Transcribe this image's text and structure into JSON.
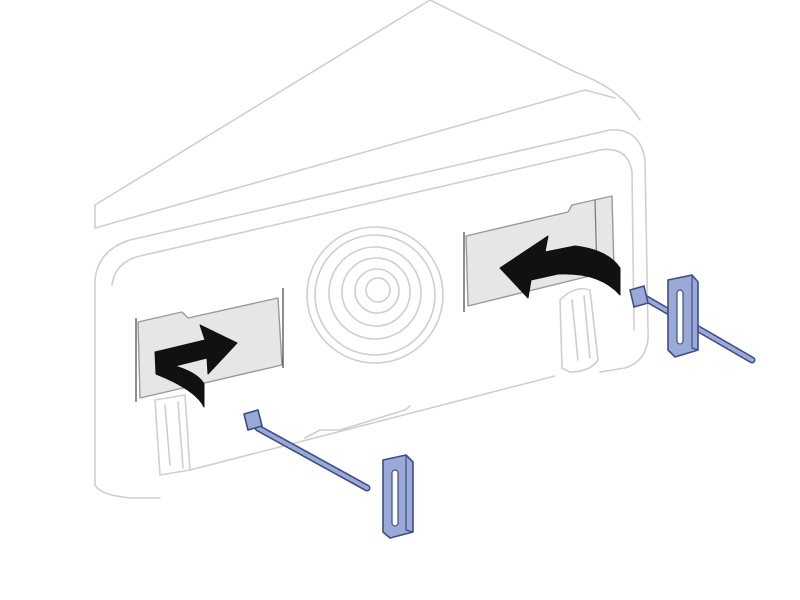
{
  "diagram": {
    "subject": "projector-front-view",
    "colors": {
      "outline": "#cfcfcf",
      "recess": "#e6e6e6",
      "arrow": "#111111",
      "hardware_fill": "#9aa9d6",
      "hardware_stroke": "#3e4d86",
      "background": "#ffffff"
    },
    "callouts": [
      {
        "id": "left-slot",
        "arrow": "insert-arrow-right"
      },
      {
        "id": "right-slot",
        "arrow": "insert-arrow-left"
      }
    ],
    "parts": [
      {
        "id": "left-threaded-rod",
        "kind": "bolt"
      },
      {
        "id": "left-bracket",
        "kind": "slotted-clip"
      },
      {
        "id": "right-threaded-rod",
        "kind": "bolt"
      },
      {
        "id": "right-bracket",
        "kind": "slotted-clip"
      }
    ]
  }
}
